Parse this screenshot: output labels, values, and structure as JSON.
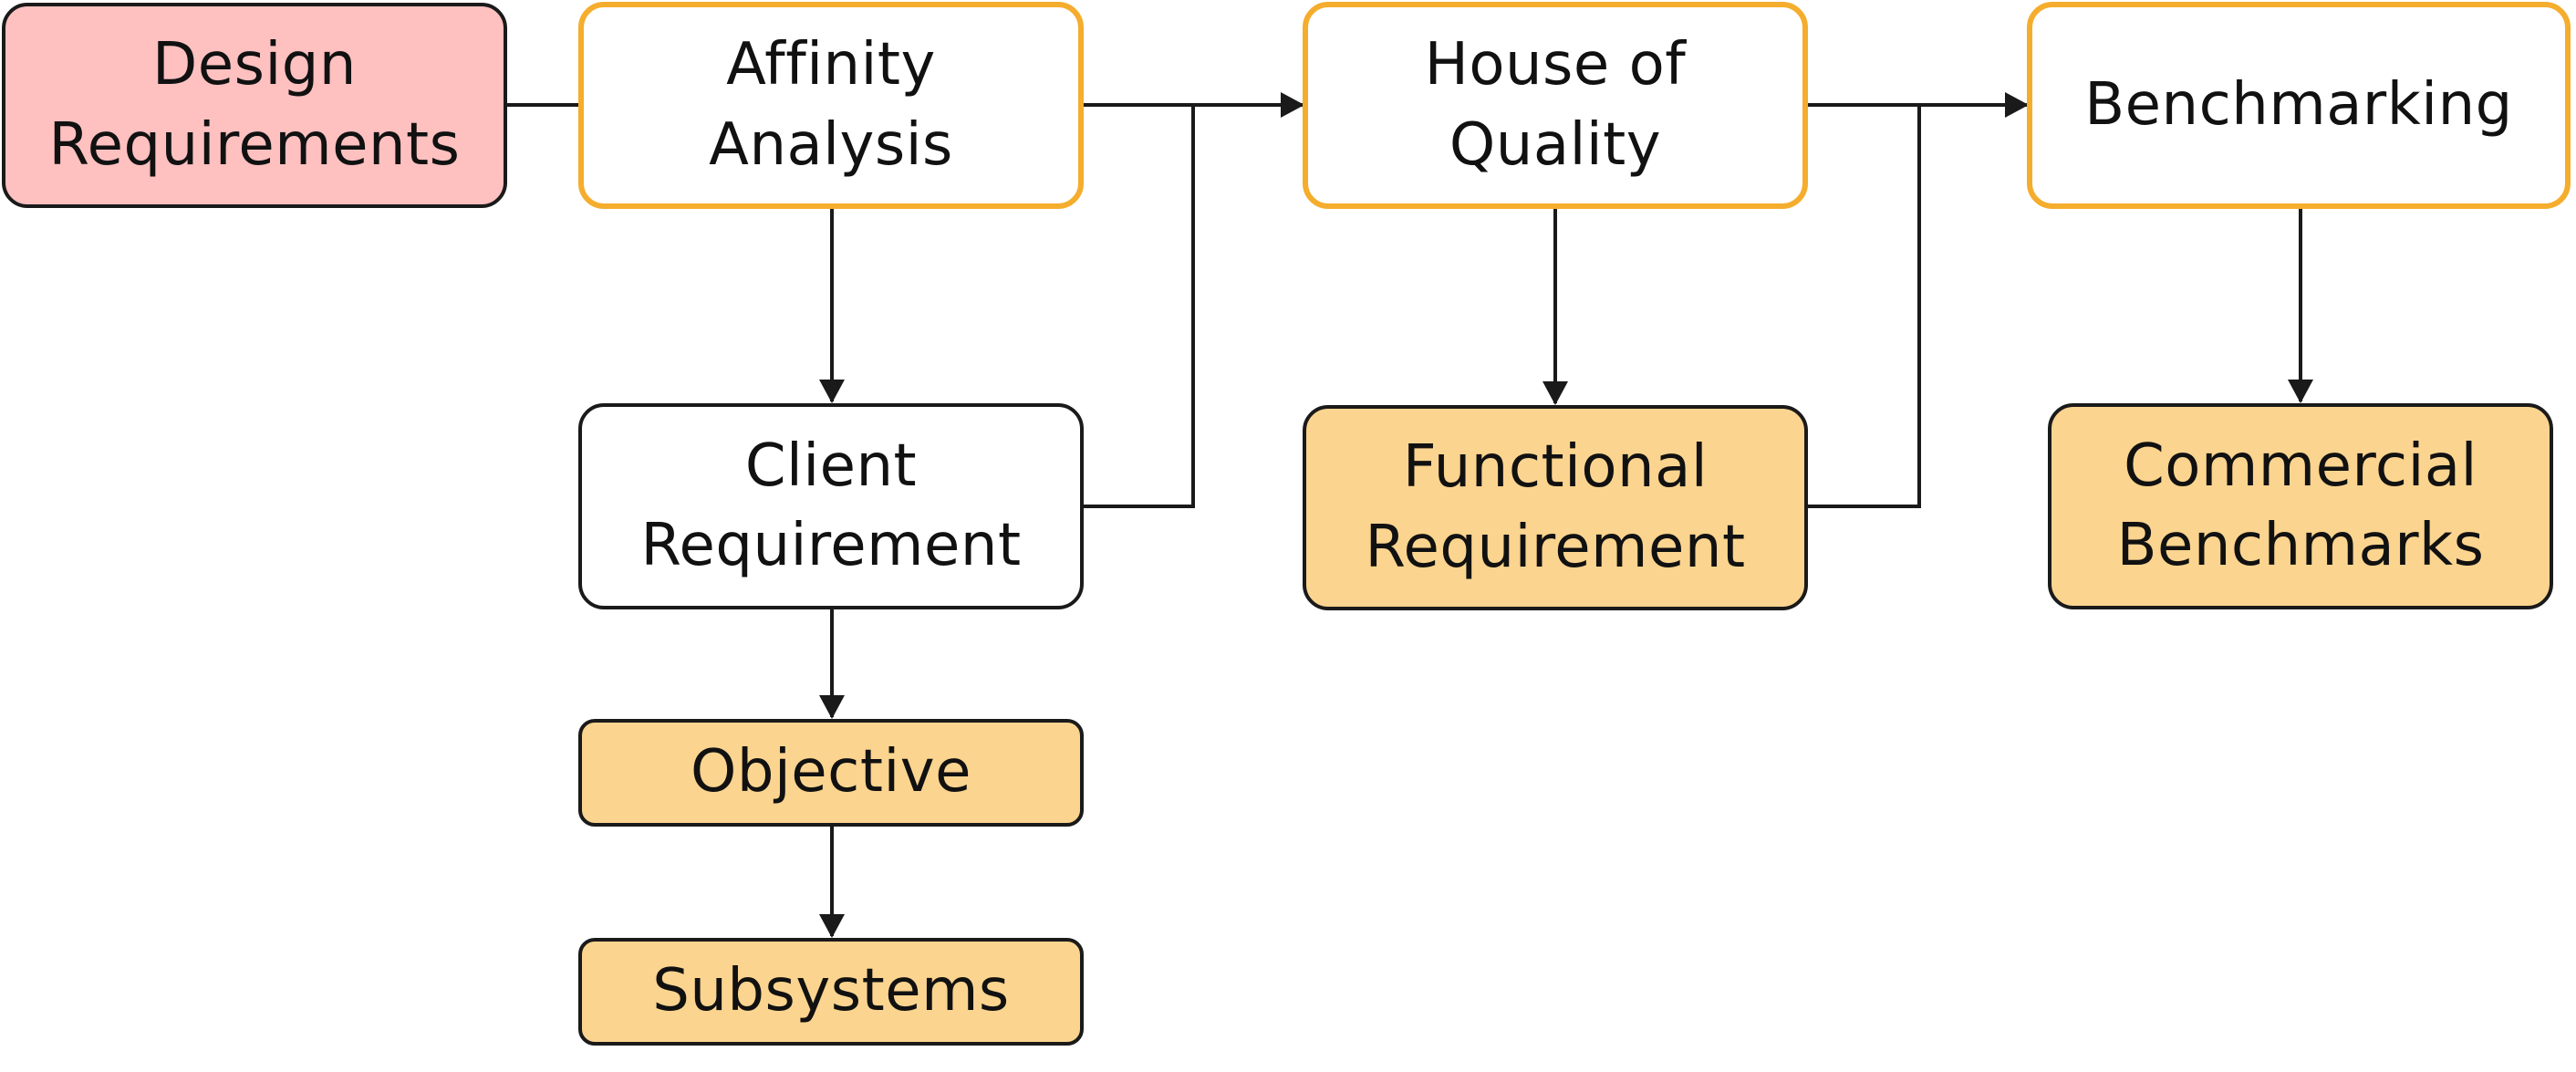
{
  "diagram": {
    "colors": {
      "start_fill": "#ffc0c0",
      "process_border": "#f5ad2d",
      "output_fill": "#fbd48f",
      "line": "#1a1a1a"
    },
    "nodes": {
      "design_requirements": {
        "label": "Design\nRequirements"
      },
      "affinity_analysis": {
        "label": "Affinity\nAnalysis"
      },
      "house_of_quality": {
        "label": "House of\nQuality"
      },
      "benchmarking": {
        "label": "Benchmarking"
      },
      "client_requirement": {
        "label": "Client\nRequirement"
      },
      "functional_requirement": {
        "label": "Functional\nRequirement"
      },
      "commercial_benchmarks": {
        "label": "Commercial\nBenchmarks"
      },
      "objective": {
        "label": "Objective"
      },
      "subsystems": {
        "label": "Subsystems"
      }
    },
    "edges": [
      {
        "from": "design_requirements",
        "to": "affinity_analysis"
      },
      {
        "from": "affinity_analysis",
        "to": "house_of_quality"
      },
      {
        "from": "client_requirement",
        "to": "house_of_quality"
      },
      {
        "from": "house_of_quality",
        "to": "benchmarking"
      },
      {
        "from": "functional_requirement",
        "to": "benchmarking"
      },
      {
        "from": "affinity_analysis",
        "to": "client_requirement"
      },
      {
        "from": "house_of_quality",
        "to": "functional_requirement"
      },
      {
        "from": "benchmarking",
        "to": "commercial_benchmarks"
      },
      {
        "from": "client_requirement",
        "to": "objective"
      },
      {
        "from": "objective",
        "to": "subsystems"
      }
    ]
  }
}
